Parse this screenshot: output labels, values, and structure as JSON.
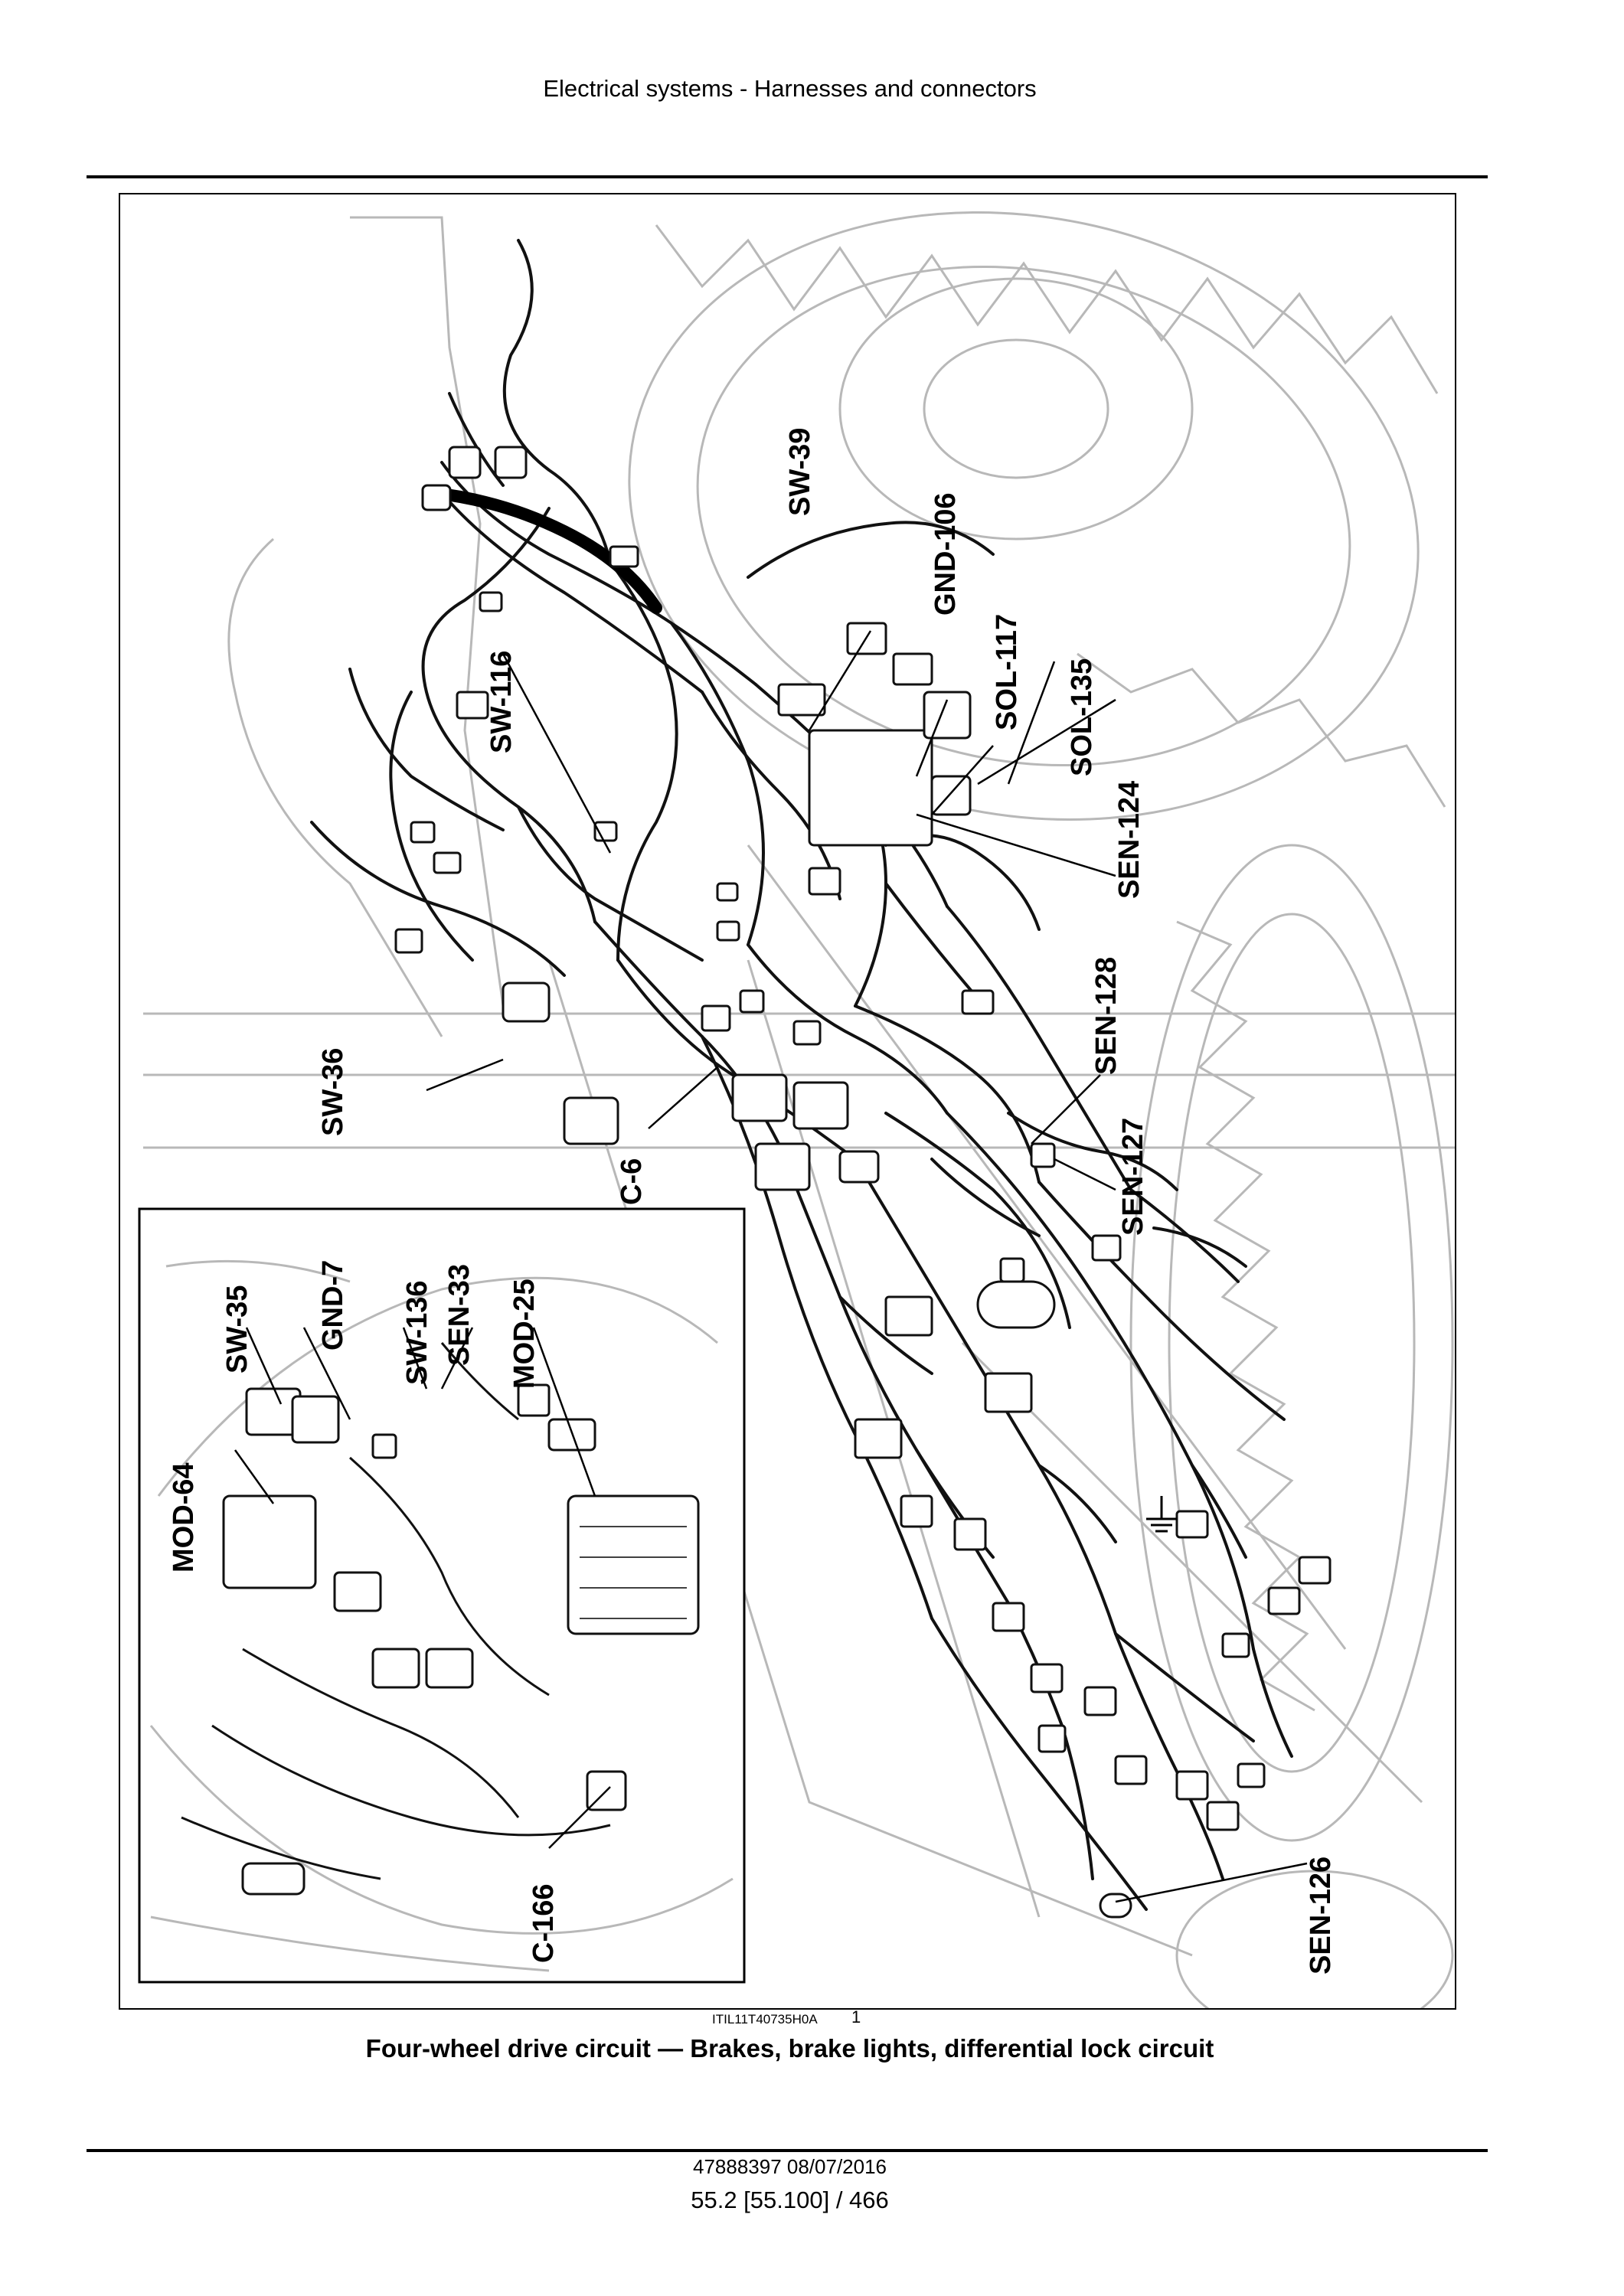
{
  "header": {
    "title": "Electrical systems - Harnesses and connectors"
  },
  "figure": {
    "callouts": {
      "sw39": "SW-39",
      "gnd106": "GND-106",
      "sol117": "SOL-117",
      "sol135": "SOL-135",
      "sen124": "SEN-124",
      "sw116": "SW-116",
      "sen128": "SEN-128",
      "sen127": "SEN-127",
      "sw36": "SW-36",
      "c6": "C-6",
      "sw35": "SW-35",
      "gnd7": "GND-7",
      "sw136": "SW-136",
      "sen33": "SEN-33",
      "mod25": "MOD-25",
      "mod64": "MOD-64",
      "c166": "C-166",
      "sen126": "SEN-126"
    },
    "image_id": "ITIL11T40735H0A",
    "number": "1",
    "caption": "Four-wheel drive circuit — Brakes, brake lights, differential lock circuit"
  },
  "footer": {
    "doc_ref": "47888397 08/07/2016",
    "page_ref": "55.2 [55.100] / 466"
  }
}
